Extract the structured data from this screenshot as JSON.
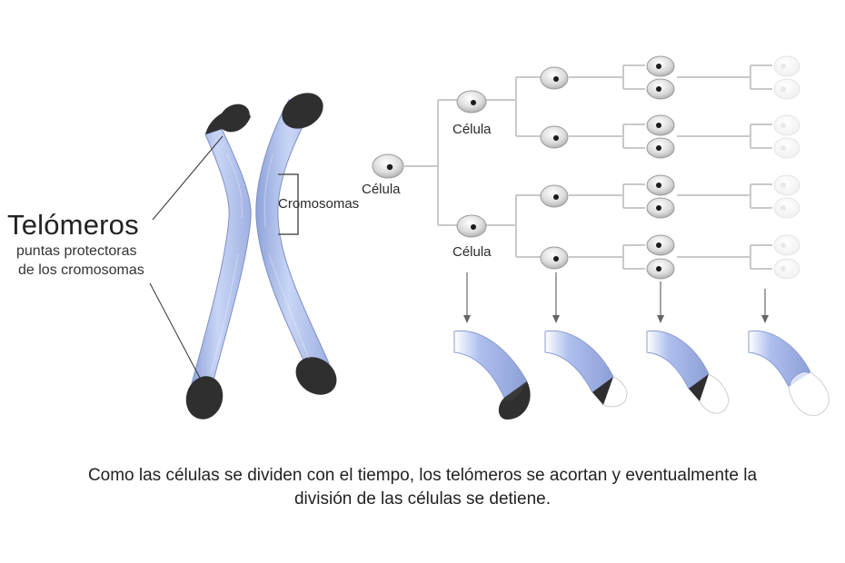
{
  "labels": {
    "title": "Telómeros",
    "subtitle_line1": "puntas protectoras",
    "subtitle_line2": "de los cromosomas",
    "chromosomes": "Cromosomas",
    "cell_root": "Célula",
    "cell_upper": "Célula",
    "cell_lower": "Célula"
  },
  "caption": {
    "line1": "Como las células se dividen con el tiempo, los telómeros se acortan y eventualmente la",
    "line2": "división de las células se detiene."
  },
  "colors": {
    "chromosome_fill": "#b9c8ef",
    "telomere": "#2e2e2e",
    "connector": "#c8c8c8",
    "text": "#222222"
  },
  "tree": {
    "levels": 4,
    "telomere_length_stages": [
      1.0,
      0.7,
      0.4,
      0.0
    ]
  }
}
